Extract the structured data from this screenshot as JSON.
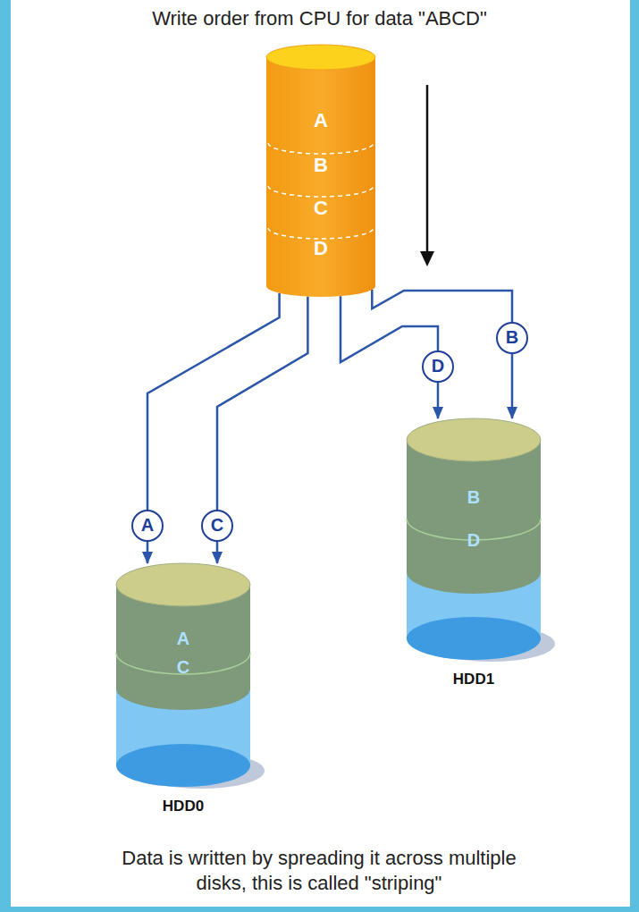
{
  "diagram": {
    "title": "Write order from CPU for data \"ABCD\"",
    "caption": "Data is written by spreading it across multiple disks, this is called \"striping\"",
    "nodes": [
      {
        "text": [
          "A",
          "B",
          "C",
          "D"
        ]
      },
      {
        "text": [
          "B"
        ]
      },
      {
        "text": [
          "D"
        ]
      },
      {
        "text": [
          "A"
        ]
      },
      {
        "text": [
          "C"
        ]
      },
      {
        "text": [
          "B",
          "D",
          "HDD1"
        ]
      },
      {
        "text": [
          "A",
          "C",
          "HDD0"
        ]
      }
    ],
    "edges": [
      {
        "from": 0,
        "to": 1,
        "arrow": "none"
      },
      {
        "from": 0,
        "to": 2,
        "arrow": "none"
      },
      {
        "from": 0,
        "to": 3,
        "arrow": "none"
      },
      {
        "from": 0,
        "to": 4,
        "arrow": "none"
      },
      {
        "from": 1,
        "to": 5,
        "arrow": "to"
      },
      {
        "from": 2,
        "to": 5,
        "arrow": "to"
      },
      {
        "from": 3,
        "to": 6,
        "arrow": "to"
      },
      {
        "from": 4,
        "to": 6,
        "arrow": "to"
      }
    ]
  }
}
